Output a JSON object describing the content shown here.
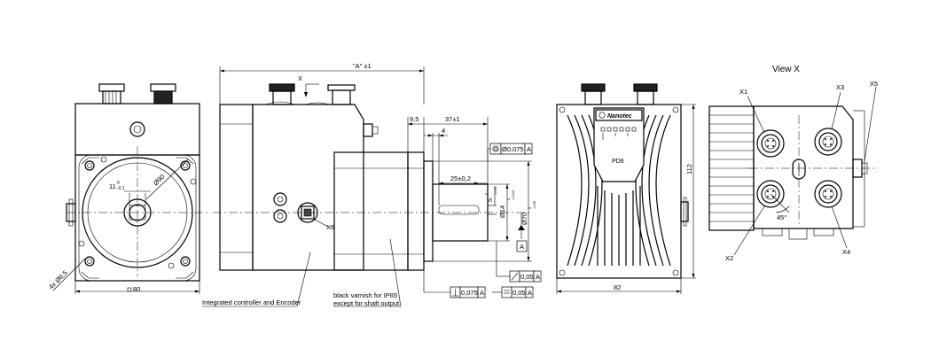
{
  "views": {
    "view_x_title": "View X",
    "view_marker": "X",
    "datum": "A"
  },
  "front": {
    "dim_bolt": "4x Ø6,5",
    "dim_square": "80",
    "dim_key": "11",
    "dim_key_tol_up": "0",
    "dim_key_tol_down": "-0,1",
    "dim_circle": "Ø90"
  },
  "side": {
    "dim_length": "\"A\" ±1",
    "dim_95": "9,5",
    "dim_37": "37±1",
    "dim_4": "4",
    "dim_25": "25±0,2",
    "dim_5": "5",
    "dim_5_tol_up": "0",
    "dim_5_tol_down": "-0,03",
    "dim_14": "Ø14",
    "dim_14_tol_up": "0",
    "dim_14_tol_down": "-0,013",
    "dim_70": "Ø70",
    "dim_70_tol_up": "0",
    "dim_70_tol_down": "-0,05",
    "connector_x6": "X6",
    "tol_concentric": "Ø0,075",
    "tol_runout": "0,05",
    "tol_perp": "0,075",
    "tol_parallel": "0,05",
    "note_controller": "Integrated controller and Encoder",
    "note_varnish_1": "black varnish for IP65",
    "note_varnish_2": "except for shaft output"
  },
  "back": {
    "brand": "Nanotec",
    "module_label": "PD6",
    "dim_width": "82",
    "dim_height": "112"
  },
  "viewx": {
    "x1": "X1",
    "x2": "X2",
    "x3": "X3",
    "x4": "X4",
    "x5": "X5",
    "angle": "45°"
  }
}
